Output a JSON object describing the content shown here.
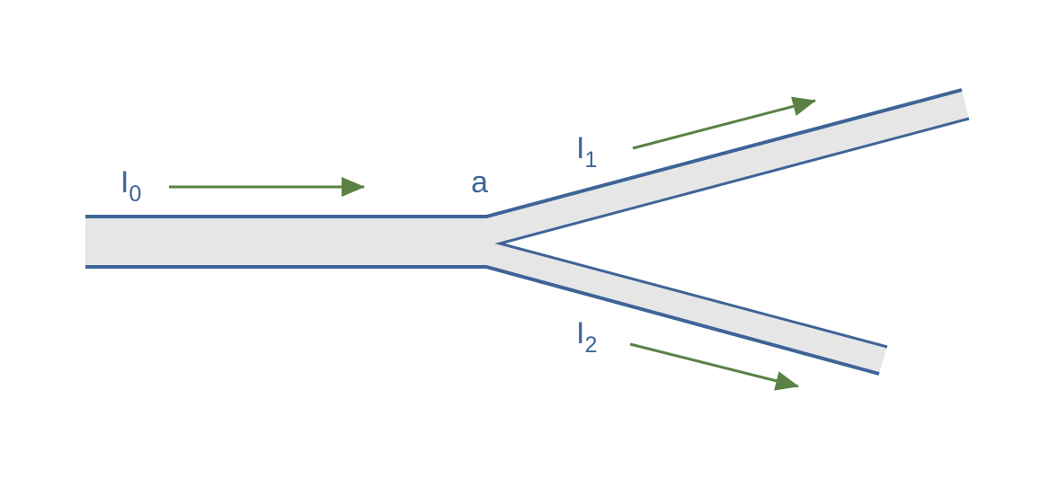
{
  "labels": {
    "incoming_current": {
      "symbol": "I",
      "subscript": "0"
    },
    "branch_upper_current": {
      "symbol": "I",
      "subscript": "1"
    },
    "branch_lower_current": {
      "symbol": "I",
      "subscript": "2"
    },
    "junction": "a"
  },
  "colors": {
    "wire_border": "#3e6497",
    "wire_fill": "#e6e6e6",
    "arrow": "#5a8244",
    "label_text": "#3e6497"
  },
  "icons": {
    "flow_arrow": "arrow-right"
  }
}
